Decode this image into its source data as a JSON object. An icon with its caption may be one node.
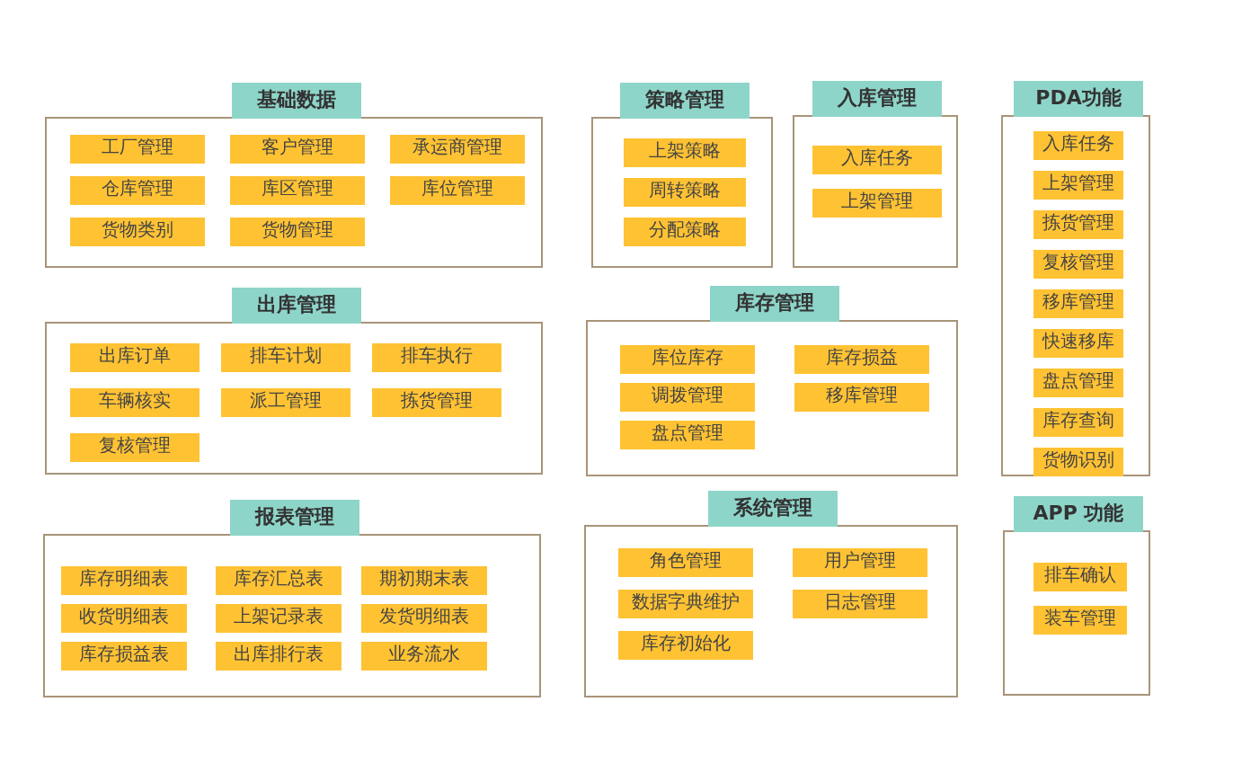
{
  "diagram": {
    "nodes": [
      {
        "text": [
          "基础数据"
        ]
      },
      {
        "text": [
          "工厂管理"
        ],
        "in": 0
      },
      {
        "text": [
          "客户管理"
        ],
        "in": 0
      },
      {
        "text": [
          "承运商管理"
        ],
        "in": 0
      },
      {
        "text": [
          "仓库管理"
        ],
        "in": 0
      },
      {
        "text": [
          "库区管理"
        ],
        "in": 0
      },
      {
        "text": [
          "库位管理"
        ],
        "in": 0
      },
      {
        "text": [
          "货物类别"
        ],
        "in": 0
      },
      {
        "text": [
          "货物管理"
        ],
        "in": 0
      },
      {
        "text": [
          "策略管理"
        ]
      },
      {
        "text": [
          "上架策略"
        ],
        "in": 9
      },
      {
        "text": [
          "周转策略"
        ],
        "in": 9
      },
      {
        "text": [
          "分配策略"
        ],
        "in": 9
      },
      {
        "text": [
          "入库管理"
        ]
      },
      {
        "text": [
          "入库任务"
        ],
        "in": 13
      },
      {
        "text": [
          "上架管理"
        ],
        "in": 13
      },
      {
        "text": [
          "PDA功能"
        ]
      },
      {
        "text": [
          "入库任务"
        ],
        "in": 16
      },
      {
        "text": [
          "上架管理"
        ],
        "in": 16
      },
      {
        "text": [
          "拣货管理"
        ],
        "in": 16
      },
      {
        "text": [
          "复核管理"
        ],
        "in": 16
      },
      {
        "text": [
          "移库管理"
        ],
        "in": 16
      },
      {
        "text": [
          "快速移库"
        ],
        "in": 16
      },
      {
        "text": [
          "盘点管理"
        ],
        "in": 16
      },
      {
        "text": [
          "库存查询"
        ],
        "in": 16
      },
      {
        "text": [
          "货物识别"
        ],
        "in": 16
      },
      {
        "text": [
          "出库管理"
        ]
      },
      {
        "text": [
          "出库订单"
        ],
        "in": 26
      },
      {
        "text": [
          "排车计划"
        ],
        "in": 26
      },
      {
        "text": [
          "排车执行"
        ],
        "in": 26
      },
      {
        "text": [
          "车辆核实"
        ],
        "in": 26
      },
      {
        "text": [
          "派工管理"
        ],
        "in": 26
      },
      {
        "text": [
          "拣货管理"
        ],
        "in": 26
      },
      {
        "text": [
          "复核管理"
        ],
        "in": 26
      },
      {
        "text": [
          "库存管理"
        ]
      },
      {
        "text": [
          "库位库存"
        ],
        "in": 34
      },
      {
        "text": [
          "库存损益"
        ],
        "in": 34
      },
      {
        "text": [
          "调拨管理"
        ],
        "in": 34
      },
      {
        "text": [
          "移库管理"
        ],
        "in": 34
      },
      {
        "text": [
          "盘点管理"
        ],
        "in": 34
      },
      {
        "text": [
          "报表管理"
        ]
      },
      {
        "text": [
          "库存明细表"
        ],
        "in": 40
      },
      {
        "text": [
          "库存汇总表"
        ],
        "in": 40
      },
      {
        "text": [
          "期初期末表"
        ],
        "in": 40
      },
      {
        "text": [
          "收货明细表"
        ],
        "in": 40
      },
      {
        "text": [
          "上架记录表"
        ],
        "in": 40
      },
      {
        "text": [
          "发货明细表"
        ],
        "in": 40
      },
      {
        "text": [
          "库存损益表"
        ],
        "in": 40
      },
      {
        "text": [
          "出库排行表"
        ],
        "in": 40
      },
      {
        "text": [
          "业务流水"
        ],
        "in": 40
      },
      {
        "text": [
          "系统管理"
        ]
      },
      {
        "text": [
          "角色管理"
        ],
        "in": 50
      },
      {
        "text": [
          "用户管理"
        ],
        "in": 50
      },
      {
        "text": [
          "数据字典维护"
        ],
        "in": 50
      },
      {
        "text": [
          "日志管理"
        ],
        "in": 50
      },
      {
        "text": [
          "库存初始化"
        ],
        "in": 50
      },
      {
        "text": [
          "APP 功能"
        ]
      },
      {
        "text": [
          "排车确认"
        ],
        "in": 56
      },
      {
        "text": [
          "装车管理"
        ],
        "in": 56
      }
    ]
  }
}
